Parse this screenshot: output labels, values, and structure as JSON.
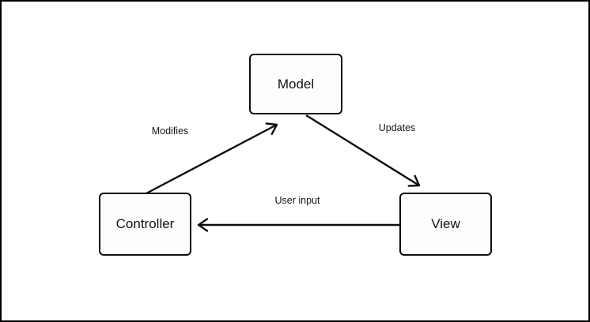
{
  "diagram": {
    "type": "mvc-architecture",
    "nodes": {
      "model": {
        "label": "Model"
      },
      "controller": {
        "label": "Controller"
      },
      "view": {
        "label": "View"
      }
    },
    "edges": {
      "modifies": {
        "label": "Modifies",
        "from": "Controller",
        "to": "Model"
      },
      "updates": {
        "label": "Updates",
        "from": "Model",
        "to": "View"
      },
      "user_input": {
        "label": "User input",
        "from": "View",
        "to": "Controller"
      }
    },
    "colors": {
      "stroke": "#0e0e0e",
      "node_fill": "#fdfdfd",
      "background": "#ffffff",
      "frame_border": "#000000"
    }
  }
}
